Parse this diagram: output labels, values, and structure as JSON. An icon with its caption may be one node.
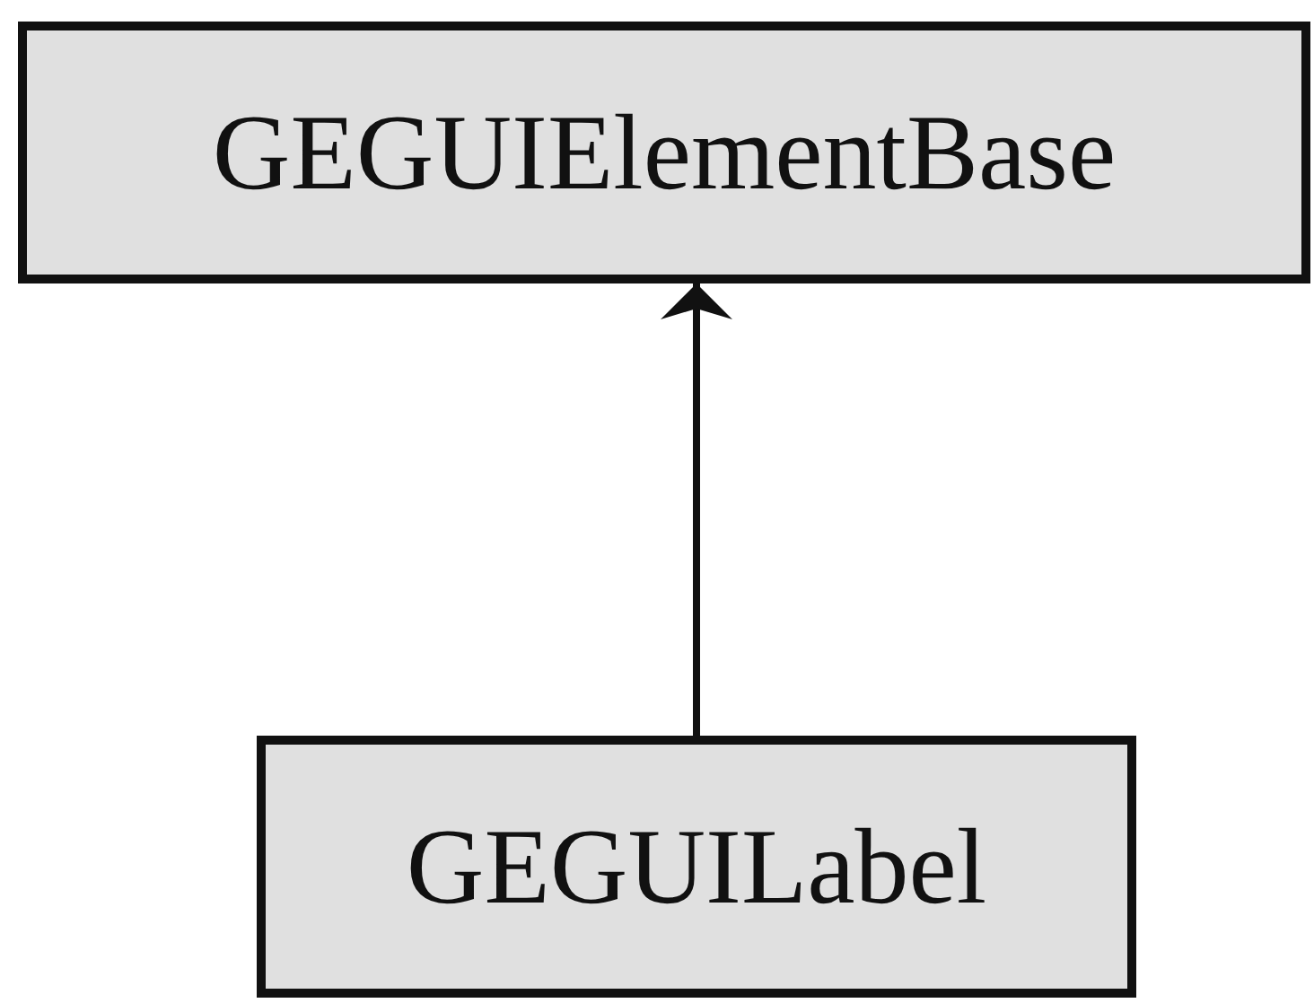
{
  "diagram": {
    "nodes": [
      {
        "text": [
          "GEGUIElementBase"
        ]
      },
      {
        "text": [
          "GEGUILabel"
        ]
      }
    ],
    "edges": [
      {
        "from": 1,
        "to": 0,
        "arrow": "to"
      }
    ]
  }
}
